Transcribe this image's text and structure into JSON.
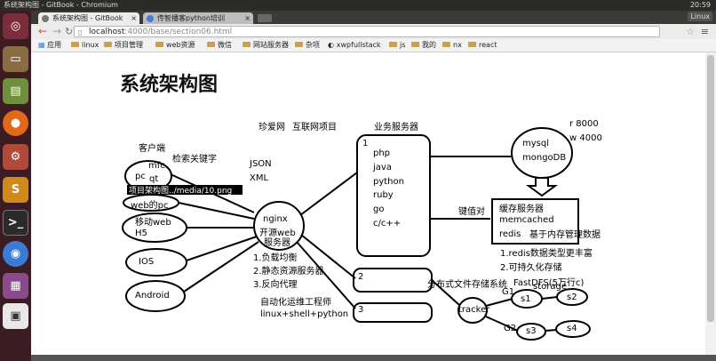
{
  "system_bar": {
    "window_title": "系统架构图 - GitBook - Chromium",
    "time": "20:59"
  },
  "browser": {
    "tabs": [
      {
        "label": "系统架构图 - GitBook",
        "active": true,
        "icon": "gitbook-icon"
      },
      {
        "label": "传智播客python培训",
        "active": false,
        "icon": "globe-icon"
      }
    ],
    "os_label": "Linux",
    "url_host": "localhost",
    "url_path": ":4000/base/section06.html",
    "bookmarks": [
      "应用",
      "linux",
      "项目管理",
      "web资源",
      "微信",
      "网站服务器",
      "杂项",
      "xwpfullstack",
      "js",
      "我的",
      "nx",
      "react"
    ]
  },
  "page": {
    "title": "系统架构图"
  },
  "diagram": {
    "top_labels": [
      "珍爱网",
      "互联网项目",
      "业务服务器"
    ],
    "client_label": "客户端",
    "search_label": "检索关键字",
    "clients": {
      "pc": "pc",
      "mfc": "mfc",
      "qt": "qt",
      "web_pc": "web的pc",
      "mobile_web_1": "移动web",
      "mobile_web_2": "H5",
      "ios": "IOS",
      "android": "Android"
    },
    "formats": [
      "JSON",
      "XML"
    ],
    "tooltip": "项目架构图../media/10.png",
    "nginx": [
      "nginx",
      "开源web",
      "服务器"
    ],
    "nginx_features": [
      "1.负载均衡",
      "2.静态资源服务器",
      "3.反向代理"
    ],
    "ops_label": "自动化运维工程师",
    "ops_stack": "linux+shell+python",
    "server1_num": "1",
    "server1_langs": [
      "php",
      "java",
      "python",
      "ruby",
      "go",
      "c/c++"
    ],
    "server2_num": "2",
    "server3_num": "3",
    "db_ops": [
      "r 8000",
      "w 4000"
    ],
    "db": [
      "mysql",
      "mongoDB"
    ],
    "kv_label": "键值对",
    "cache_title": "缓存服务器",
    "cache_items": [
      "memcached",
      "redis"
    ],
    "cache_note": "基于内存管理数据",
    "redis_notes": [
      "1.redis数据类型更丰富",
      "2.可持久化存储"
    ],
    "fs_label": "分布式文件存储系统",
    "fastdfs": "FastDFS(5万行c)",
    "storage": "storage",
    "tracker": "tracker",
    "groups": [
      "G1",
      "G2"
    ],
    "nodes": [
      "s1",
      "s2",
      "s3",
      "s4"
    ]
  }
}
